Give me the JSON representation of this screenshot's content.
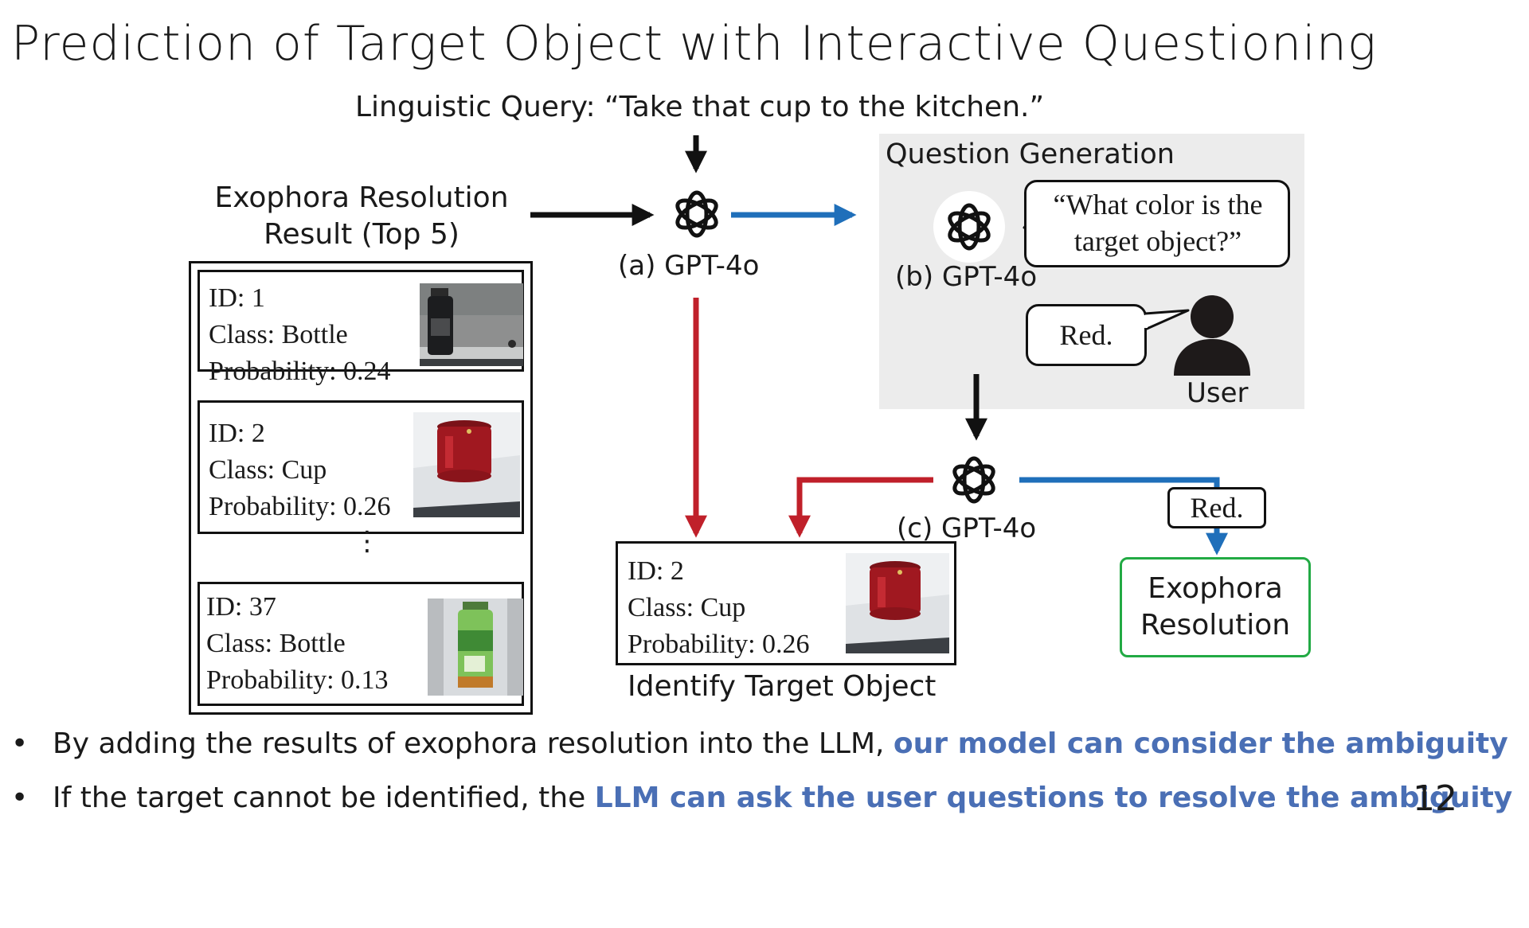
{
  "title": "Prediction of Target Object with Interactive Questioning",
  "query": "Linguistic Query: “Take that cup to the kitchen.”",
  "exophora_title": [
    "Exophora Resolution",
    "Result (Top 5)"
  ],
  "candidates": [
    {
      "id": "ID: 1",
      "cls": "Class: Bottle",
      "prob": "Probability: 0.24",
      "photo_icon": "bottle-photo-icon"
    },
    {
      "id": "ID: 2",
      "cls": "Class: Cup",
      "prob": "Probability: 0.26",
      "photo_icon": "cup-photo-icon"
    },
    {
      "id": "ID: 37",
      "cls": "Class: Bottle",
      "prob": "Probability: 0.13",
      "photo_icon": "green-bottle-photo-icon"
    }
  ],
  "ellipsis": "⋮",
  "gpt_a": "(a) GPT-4o",
  "gpt_b": "(b) GPT-4o",
  "gpt_c": "(c) GPT-4o",
  "question_generation": "Question Generation",
  "question_bubble": [
    "“What color is the",
    "target object?”"
  ],
  "answer_bubble": "Red.",
  "user_label": "User",
  "target": {
    "id": "ID: 2",
    "cls": "Class: Cup",
    "prob": "Probability: 0.26"
  },
  "identify_label": "Identify Target Object",
  "red_label": "Red.",
  "exophora_resolution": [
    "Exophora",
    "Resolution"
  ],
  "bullets": [
    {
      "marker": "•",
      "normal": "By adding the results of exophora resolution into the LLM, ",
      "highlight": "our model can consider the ambiguity"
    },
    {
      "marker": "•",
      "normal": "If the target cannot be identified, the ",
      "highlight": "LLM can ask the user questions to resolve the ambiguity"
    }
  ],
  "page_number": "12",
  "colors": {
    "red_arrow": "#c0202a",
    "blue_arrow": "#1f6fba",
    "highlight": "#4a6fb5",
    "green_box": "#22aa44",
    "panel": "#ececec"
  }
}
